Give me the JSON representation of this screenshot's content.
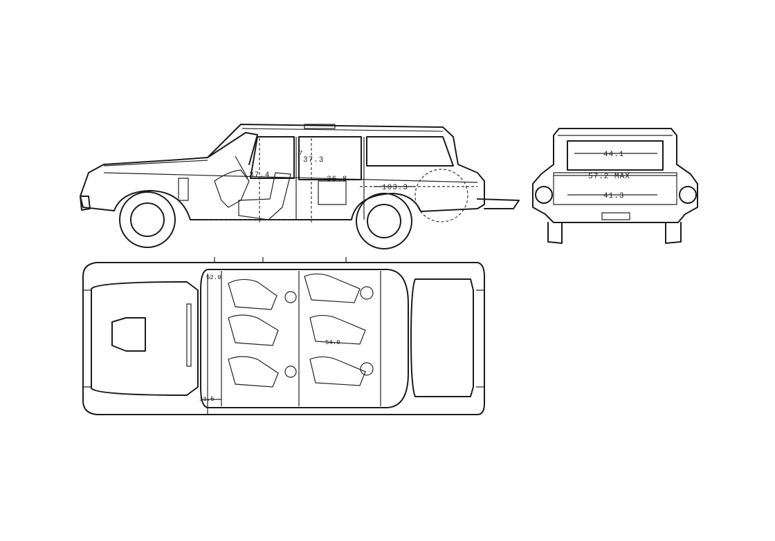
{
  "drawing": {
    "side_labels": {
      "front_headroom": "37.4",
      "rear_headroom": "37.3",
      "rear_legroom": "36.8",
      "cargo_length": "103.3",
      "tail_mark": "7"
    },
    "rear_labels": {
      "tailgate_width": "44.1",
      "max_width": "57.2 MAX",
      "floor_width": "41.3"
    },
    "top_labels": {
      "front_shoulder": "52.0",
      "rear_shoulder": "54.0",
      "hip_mark": "11.5"
    }
  }
}
